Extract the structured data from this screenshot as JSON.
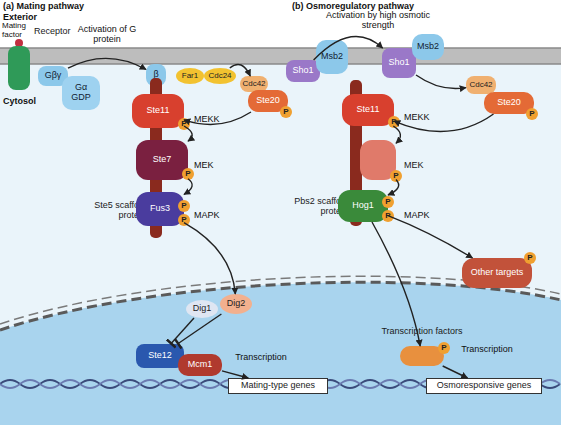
{
  "diagram": {
    "nodes": [
      {
        "text": [
          "Receptor"
        ]
      },
      {
        "text": [
          "Gβγ"
        ]
      },
      {
        "text": [
          "Gα",
          "GDP"
        ]
      },
      {
        "text": [
          "β"
        ]
      },
      {
        "text": [
          "Far1"
        ]
      },
      {
        "text": [
          "Cdc24"
        ]
      },
      {
        "text": [
          "Cdc42"
        ]
      },
      {
        "text": [
          "Ste20"
        ]
      },
      {
        "text": [
          "P"
        ],
        "in": 7
      },
      {
        "text": [
          "Ste5 scaffold protein"
        ]
      },
      {
        "text": [
          "Ste11"
        ],
        "in": 9
      },
      {
        "text": [
          "P"
        ],
        "in": 10
      },
      {
        "text": [
          "Ste7"
        ],
        "in": 9
      },
      {
        "text": [
          "P"
        ],
        "in": 12
      },
      {
        "text": [
          "Fus3"
        ],
        "in": 9
      },
      {
        "text": [
          "P"
        ],
        "in": 14
      },
      {
        "text": [
          "P"
        ],
        "in": 14
      },
      {
        "text": [
          "Dig1"
        ]
      },
      {
        "text": [
          "Dig2"
        ]
      },
      {
        "text": [
          "Ste12"
        ]
      },
      {
        "text": [
          "Mcm1"
        ]
      },
      {
        "text": [
          "Mating-type genes"
        ]
      },
      {
        "text": [
          "Sho1"
        ]
      },
      {
        "text": [
          "Msb2"
        ]
      },
      {
        "text": [
          "Sho1"
        ]
      },
      {
        "text": [
          "Msb2"
        ]
      },
      {
        "text": [
          "Cdc42"
        ]
      },
      {
        "text": [
          "Ste20"
        ]
      },
      {
        "text": [
          "P"
        ],
        "in": 27
      },
      {
        "text": [
          "Pbs2 scaffold protein"
        ]
      },
      {
        "text": [
          "Ste11"
        ],
        "in": 29
      },
      {
        "text": [
          "P"
        ],
        "in": 30
      },
      {
        "text": [
          "MEK"
        ],
        "in": 29
      },
      {
        "text": [
          "P"
        ],
        "in": 32
      },
      {
        "text": [
          "Hog1"
        ],
        "in": 29
      },
      {
        "text": [
          "P"
        ],
        "in": 34
      },
      {
        "text": [
          "P"
        ],
        "in": 34
      },
      {
        "text": [
          "Other targets"
        ]
      },
      {
        "text": [
          "P"
        ],
        "in": 37
      },
      {
        "text": [
          "Transcription factors"
        ]
      },
      {
        "text": [
          "P"
        ],
        "in": 39
      },
      {
        "text": [
          "Osmoresponsive genes"
        ]
      }
    ],
    "edges": [
      {
        "from": 1,
        "to": 3,
        "arrow": "to",
        "label": "Activation of G protein"
      },
      {
        "from": 5,
        "to": 6,
        "arrow": "to"
      },
      {
        "from": 7,
        "to": 10,
        "arrow": "to"
      },
      {
        "from": 10,
        "to": 12,
        "arrow": "to"
      },
      {
        "from": 12,
        "to": 14,
        "arrow": "to"
      },
      {
        "from": 14,
        "to": 18,
        "arrow": "to"
      },
      {
        "from": 17,
        "to": 19,
        "arrow": "none"
      },
      {
        "from": 18,
        "to": 19,
        "arrow": "none"
      },
      {
        "from": 20,
        "to": 21,
        "arrow": "to",
        "label": "Transcription"
      },
      {
        "from": 22,
        "to": 24,
        "arrow": "to",
        "label": "Activation by high osmotic strength"
      },
      {
        "from": 24,
        "to": 26,
        "arrow": "to"
      },
      {
        "from": 27,
        "to": 30,
        "arrow": "to"
      },
      {
        "from": 30,
        "to": 32,
        "arrow": "to"
      },
      {
        "from": 32,
        "to": 34,
        "arrow": "to"
      },
      {
        "from": 34,
        "to": 37,
        "arrow": "to"
      },
      {
        "from": 34,
        "to": 39,
        "arrow": "to"
      },
      {
        "from": 39,
        "to": 41,
        "arrow": "to",
        "label": "Transcription"
      }
    ],
    "labels": [
      "(a) Mating pathway",
      "Exterior",
      "Mating factor",
      "Cytosol",
      "MEKK",
      "MEK",
      "MAPK",
      "(b) Osmoregulatory pathway",
      "MEKK",
      "MAPK"
    ]
  }
}
